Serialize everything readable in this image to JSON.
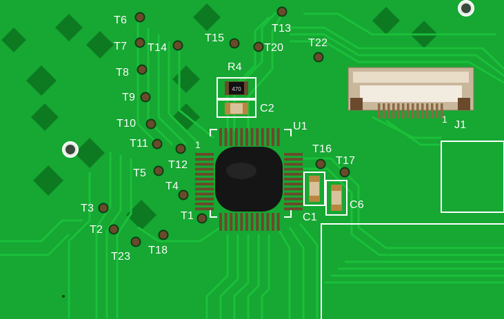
{
  "board": {
    "colors": {
      "substrate": "#16a832",
      "trace": "#19b738",
      "silkscreen": "#ffffff",
      "pad": "#6b4a2c",
      "chip": "#151515"
    },
    "labels": {
      "t6": "T6",
      "t7": "T7",
      "t8": "T8",
      "t9": "T9",
      "t10": "T10",
      "t11": "T11",
      "t12": "T12",
      "t13": "T13",
      "t14": "T14",
      "t15": "T15",
      "t16": "T16",
      "t17": "T17",
      "t20": "T20",
      "t22": "T22",
      "t5": "T5",
      "t4": "T4",
      "t3": "T3",
      "t2": "T2",
      "t1": "T1",
      "t23": "T23",
      "t18": "T18",
      "r4": "R4",
      "c2": "C2",
      "u1": "U1",
      "c1": "C1",
      "c6": "C6",
      "j1": "J1",
      "pin1_u1": "1",
      "pin1_j1": "1"
    },
    "components": {
      "resistor_marking": "470"
    }
  }
}
